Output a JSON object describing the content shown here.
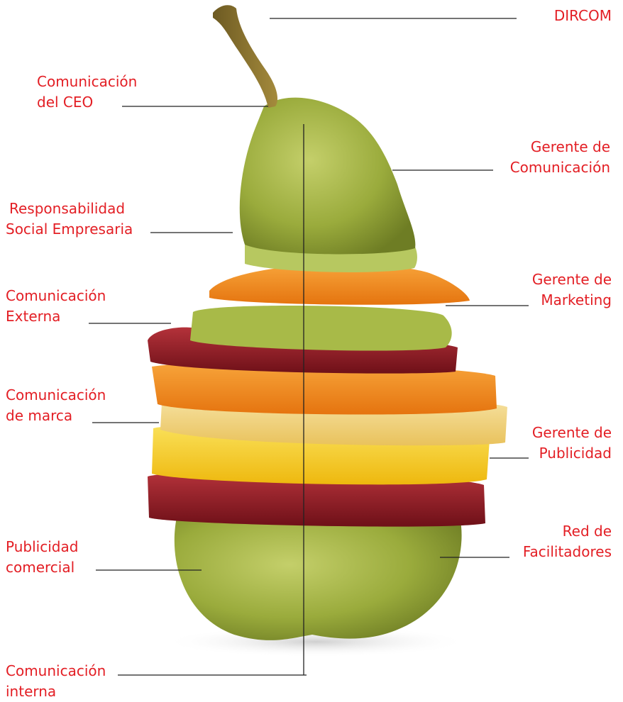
{
  "labels": {
    "dircom": "DIRCOM",
    "ceo": [
      "Comunicación",
      "del CEO"
    ],
    "gerente_comunicacion": [
      "Gerente de",
      "Comunicación"
    ],
    "rse": [
      "Responsabilidad",
      "Social Empresaria"
    ],
    "gerente_marketing": [
      "Gerente de",
      "Marketing"
    ],
    "externa": [
      "Comunicación",
      "Externa"
    ],
    "marca": [
      "Comunicación",
      "de marca"
    ],
    "gerente_publicidad": [
      "Gerente de",
      "Publicidad"
    ],
    "red": [
      "Red de",
      "Facilitadores"
    ],
    "publicidad_comercial": [
      "Publicidad",
      "comercial"
    ],
    "interna": [
      "Comunicación",
      "interna"
    ]
  },
  "colors": {
    "label": "#e31e24",
    "leader_line": "#222222",
    "pear_green": "#9aab3c",
    "orange": "#f08a1c",
    "red_apple": "#9b1d26",
    "yellow_apple": "#f4d66a",
    "lemon": "#f6d21e"
  },
  "image": "stacked fruit slices shaped like a pear"
}
